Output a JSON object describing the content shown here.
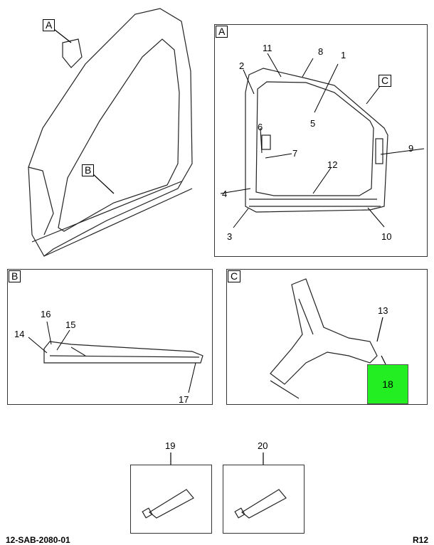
{
  "overview": {
    "callouts": [
      "A",
      "B"
    ]
  },
  "panel_a": {
    "tag": "A",
    "sub_callout": "C",
    "labels": [
      "1",
      "2",
      "3",
      "4",
      "5",
      "6",
      "7",
      "8",
      "9",
      "10",
      "11",
      "12"
    ]
  },
  "panel_b": {
    "tag": "B",
    "labels": [
      "14",
      "15",
      "16",
      "17"
    ]
  },
  "panel_c": {
    "tag": "C",
    "labels": [
      "13"
    ],
    "highlight_label": "18",
    "highlight_color": "#22ee22"
  },
  "kits": [
    {
      "label": "19"
    },
    {
      "label": "20"
    }
  ],
  "footer": {
    "left": "12-SAB-2080-01",
    "right": "R12"
  }
}
